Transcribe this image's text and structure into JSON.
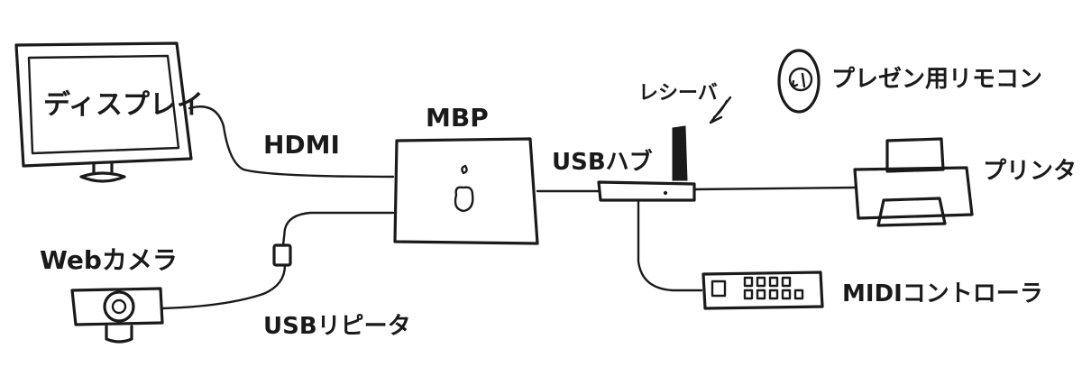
{
  "labels": {
    "display": "ディスプレイ",
    "hdmi": "HDMI",
    "mbp": "MBP",
    "usb_hub": "USBハブ",
    "receiver": "レシーバ",
    "presenter_remote": "プレゼン用リモコン",
    "printer": "プリンタ",
    "webcam": "Webカメラ",
    "usb_repeater": "USBリピータ",
    "midi_controller": "MIDIコントローラ"
  },
  "colors": {
    "ink": "#1a1a1a",
    "paper": "#ffffff"
  },
  "icons": {
    "mbp_logo": "apple-logo-icon",
    "remote": "presenter-remote-icon",
    "receiver_signal": "wireless-signal-icon"
  }
}
